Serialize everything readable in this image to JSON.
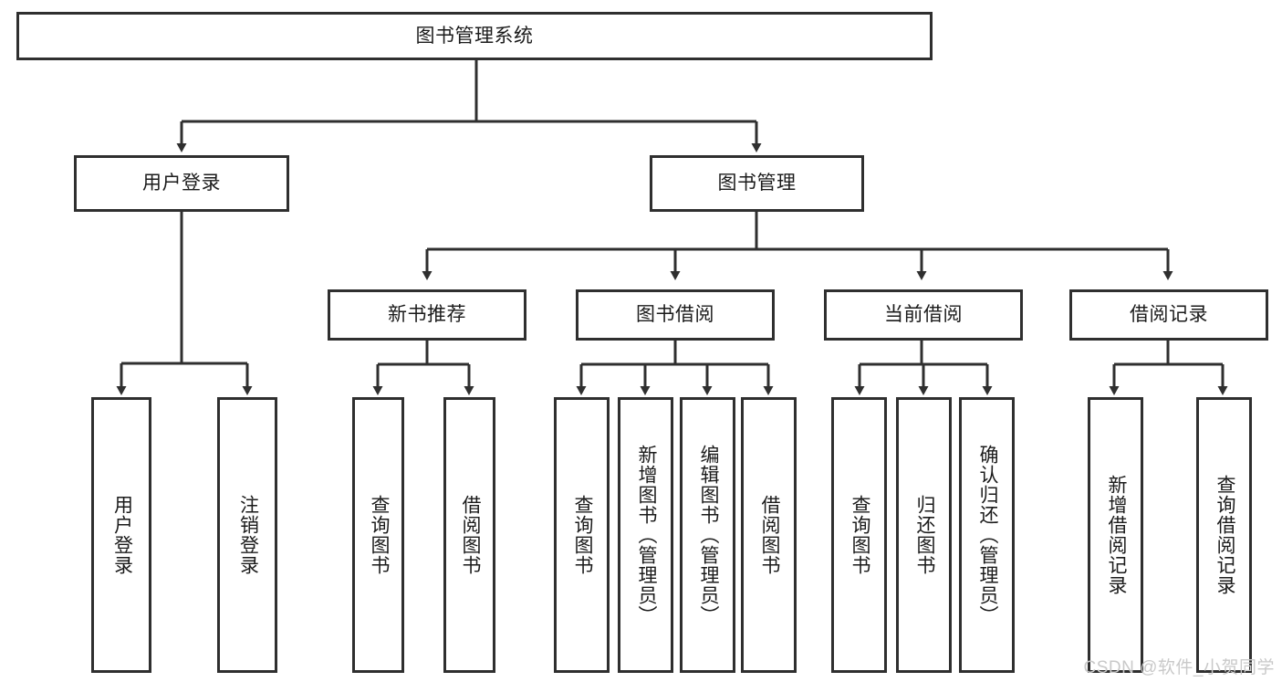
{
  "diagram": {
    "type": "tree-hierarchy-chart",
    "title": "图书管理系统",
    "stroke_color": "#2f2f2f",
    "background_color": "#ffffff",
    "root": {
      "label": "图书管理系统"
    },
    "level2": [
      {
        "label": "用户登录"
      },
      {
        "label": "图书管理"
      }
    ],
    "level3": [
      {
        "label": "新书推荐"
      },
      {
        "label": "图书借阅"
      },
      {
        "label": "当前借阅"
      },
      {
        "label": "借阅记录"
      }
    ],
    "leaves": {
      "user_login": [
        {
          "label": "用户登录"
        },
        {
          "label": "注销登录"
        }
      ],
      "new_book_recommend": [
        {
          "label": "查询图书"
        },
        {
          "label": "借阅图书"
        }
      ],
      "book_borrow": [
        {
          "label": "查询图书"
        },
        {
          "label": "新增图书（管理员）"
        },
        {
          "label": "编辑图书（管理员）"
        },
        {
          "label": "借阅图书"
        }
      ],
      "current_borrow": [
        {
          "label": "查询图书"
        },
        {
          "label": "归还图书"
        },
        {
          "label": "确认归还（管理员）"
        }
      ],
      "borrow_record": [
        {
          "label": "新增借阅记录"
        },
        {
          "label": "查询借阅记录"
        }
      ]
    }
  },
  "watermark": {
    "text": "CSDN @软件_小贺同学",
    "color": "#c9c9c9"
  }
}
